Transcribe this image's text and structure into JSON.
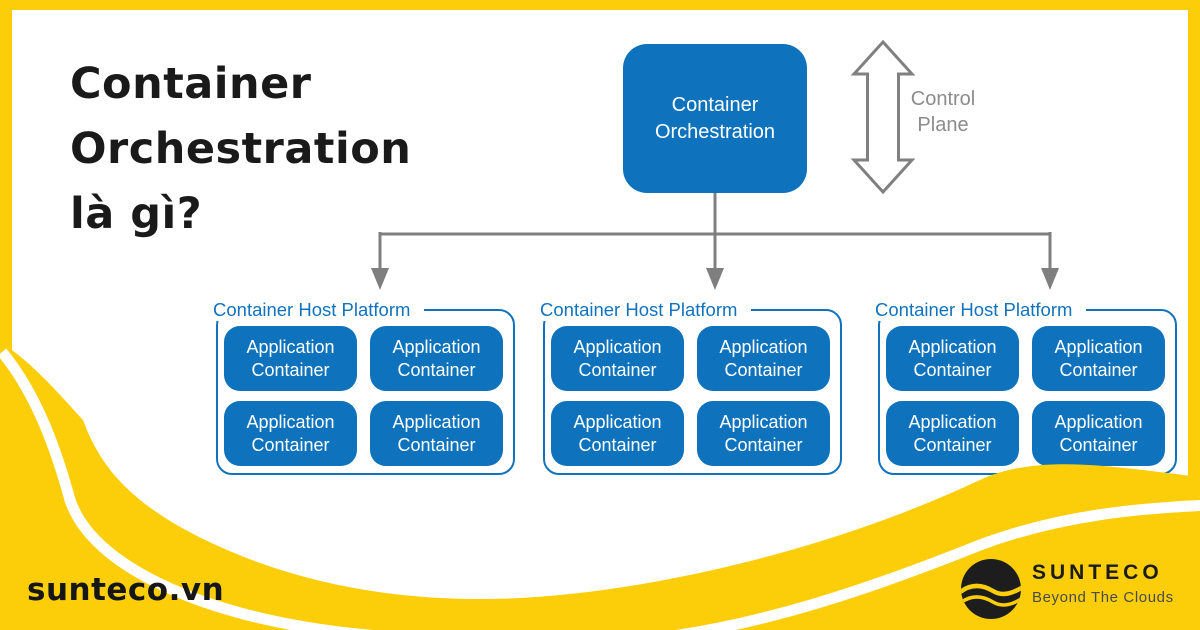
{
  "title": {
    "line1": "Container",
    "line2": "Orchestration",
    "line3": "là gì?"
  },
  "diagram": {
    "orchestrator_label": "Container Orchestration",
    "control_plane_label": "Control Plane",
    "platforms": [
      {
        "label": "Container Host Platform",
        "containers": [
          "Application Container",
          "Application Container",
          "Application Container",
          "Application Container"
        ]
      },
      {
        "label": "Container Host Platform",
        "containers": [
          "Application Container",
          "Application Container",
          "Application Container",
          "Application Container"
        ]
      },
      {
        "label": "Container Host Platform",
        "containers": [
          "Application Container",
          "Application Container",
          "Application Container",
          "Application Container"
        ]
      }
    ]
  },
  "footer": {
    "website": "sunteco.vn",
    "brand": "SUNTECO",
    "tagline": "Beyond The Clouds"
  },
  "colors": {
    "brand_yellow": "#FCCE0A",
    "diagram_blue": "#0E72BC",
    "platform_border_blue": "#1273BC",
    "connector_gray": "#7F7F7F",
    "control_text_gray": "#8C8C8C"
  }
}
